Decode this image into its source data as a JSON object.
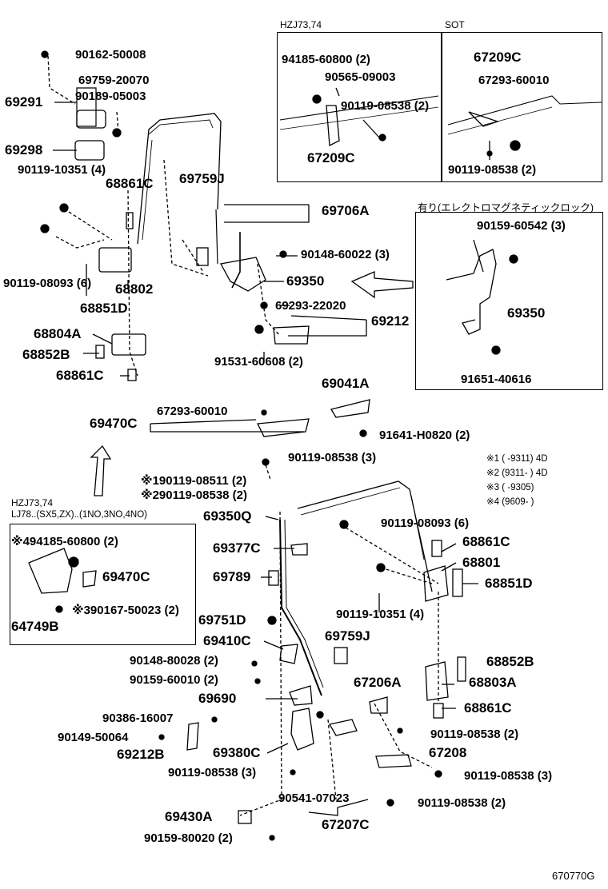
{
  "diagram_id": "670770G",
  "insets": {
    "hzj": {
      "title": "HZJ73,74"
    },
    "sot": {
      "title": "SOT"
    },
    "electro": {
      "title": "有り(エレクトロマグネティックロック)"
    },
    "lj": {
      "title_line1": "HZJ73,74",
      "title_line2": "LJ78..(SX5,ZX)..(1NO,3NO,4NO)"
    }
  },
  "notes": [
    "※1 (      -9311) 4D",
    "※2 (9311-      ) 4D",
    "※3 (      -9305)",
    "※4 (9609-      )"
  ],
  "parts": {
    "p90162_50008": "90162-50008",
    "p69759_20070": "69759-20070",
    "p69291": "69291",
    "p90189_05003": "90189-05003",
    "p69298": "69298",
    "p90119_10351_a": "90119-10351 (4)",
    "p68861c_a": "68861C",
    "p69759j_a": "69759J",
    "p69706a": "69706A",
    "p90119_08093_a": "90119-08093 (6)",
    "p68802": "68802",
    "p68851d_a": "68851D",
    "p90148_60022": "90148-60022 (3)",
    "p69350_a": "69350",
    "p69293_22020": "69293-22020",
    "p69212": "69212",
    "p68804a": "68804A",
    "p68852b_a": "68852B",
    "p91531_60608": "91531-60608 (2)",
    "p68861c_b": "68861C",
    "p69041a": "69041A",
    "p69470c_a": "69470C",
    "p67293_60010_a": "67293-60010",
    "p91641_h0820": "91641-H0820 (2)",
    "p90119_08538_3a": "90119-08538 (3)",
    "p90119_08511": "※190119-08511 (2)",
    "p90119_08538_2a": "※290119-08538 (2)",
    "p69350q": "69350Q",
    "p90119_08093_b": "90119-08093 (6)",
    "p68861c_c": "68861C",
    "p69377c": "69377C",
    "p68801": "68801",
    "p69789": "69789",
    "p68851d_b": "68851D",
    "p90119_10351_b": "90119-10351 (4)",
    "p69751d": "69751D",
    "p69759j_b": "69759J",
    "p69410c": "69410C",
    "p68852b_b": "68852B",
    "p90148_80028": "90148-80028 (2)",
    "p90159_60010": "90159-60010 (2)",
    "p67206a": "67206A",
    "p68803a": "68803A",
    "p69690": "69690",
    "p68861c_d": "68861C",
    "p90386_16007": "90386-16007",
    "p90149_50064": "90149-50064",
    "p90119_08538_2b": "90119-08538 (2)",
    "p69212b": "69212B",
    "p69380c": "69380C",
    "p67208": "67208",
    "p90119_08538_3b": "90119-08538 (3)",
    "p90119_08538_3c": "90119-08538 (3)",
    "p90541_07023": "90541-07023",
    "p90119_08538_2c": "90119-08538 (2)",
    "p69430a": "69430A",
    "p67207c": "67207C",
    "p90159_80020": "90159-80020 (2)",
    "hzj_94185_60800": "94185-60800 (2)",
    "hzj_90565_09003": "90565-09003",
    "hzj_90119_08538": "90119-08538 (2)",
    "hzj_67209c": "67209C",
    "sot_67209c": "67209C",
    "sot_67293_60010": "67293-60010",
    "sot_90119_08538": "90119-08538 (2)",
    "el_90159_60542": "90159-60542 (3)",
    "el_69350": "69350",
    "el_91651_40616": "91651-40616",
    "lj_94185_60800": "※494185-60800 (2)",
    "lj_69470c": "69470C",
    "lj_90167_50023": "※390167-50023 (2)",
    "lj_64749b": "64749B"
  }
}
